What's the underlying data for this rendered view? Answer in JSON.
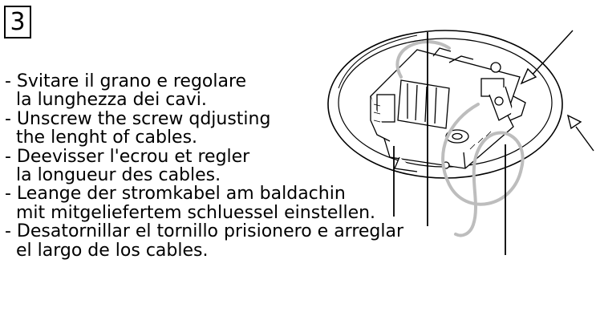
{
  "step_number": "3",
  "instructions": [
    "- Svitare il grano e regolare",
    "  la lunghezza dei cavi.",
    "- Unscrew the screw qdjusting",
    "  the lenght of cables.",
    "- Deevisser l'ecrou et regler",
    "  la longueur des cables.",
    "- Leange der stromkabel am baldachin",
    "  mit mitgeliefertem schluessel einstellen.",
    "- Desatornillar el tornillo prisionero e arreglar",
    "  el largo de los cables."
  ]
}
